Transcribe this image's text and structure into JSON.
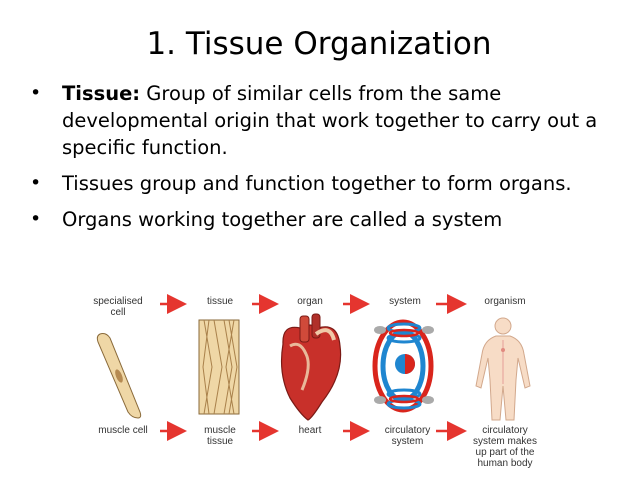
{
  "slide": {
    "title": "1. Tissue Organization",
    "bullets": [
      {
        "term": "Tissue:",
        "text": " Group of similar cells from the same developmental origin that work together to carry out a specific function."
      },
      {
        "term": "",
        "text": "Tissues group and function together to form organs."
      },
      {
        "term": "",
        "text": "Organs working together are called a system"
      }
    ]
  },
  "diagram": {
    "top_labels": [
      "specialised\ncell",
      "tissue",
      "organ",
      "system",
      "organism"
    ],
    "bottom_labels": [
      "muscle cell",
      "muscle\ntissue",
      "heart",
      "circulatory\nsystem",
      "circulatory\nsystem makes\nup part of the\nhuman body"
    ],
    "colors": {
      "arrow": "#e5352f",
      "red": "#d9251c",
      "blue": "#1f86d0",
      "cell": "#efd7a6",
      "skin": "#f7dcc6"
    }
  }
}
